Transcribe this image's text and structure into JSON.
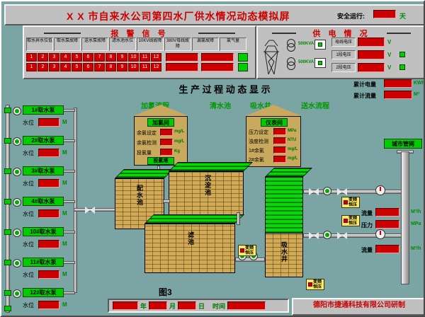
{
  "title_bar": {
    "title": "X X 市自来水公司第四水厂供水情况动态模拟屏",
    "safe_label": "安全运行:",
    "safe_value": "",
    "safe_unit": "天"
  },
  "alarm": {
    "title": "报 警 信 号",
    "headers": [
      "取水井水位低",
      "取水泵故障",
      "送水泵故障",
      "滤水池水位",
      "10KV线故障",
      "380V母线故障",
      "漏氯故障",
      "氯气量"
    ],
    "nums": [
      "1",
      "2",
      "3",
      "4",
      "5",
      "6",
      "7",
      "8",
      "9",
      "10",
      "11",
      "12"
    ],
    "extra_values": [
      "",
      "",
      "",
      ""
    ]
  },
  "power": {
    "title": "供 电 情 况",
    "t1_label": "500KVA",
    "t2_label": "500KVA",
    "bus_label": "母线电压",
    "bus_value": "",
    "bus_unit": "V",
    "s1_label": "1段电压",
    "s1_value": "",
    "s1_unit": "V",
    "s2_label": "2段电压",
    "s2_value": "",
    "s2_unit": "V"
  },
  "totals": {
    "energy_label": "累计电量",
    "energy_value": "",
    "energy_unit": "KWh",
    "flow_label": "累计流量",
    "flow_value": "",
    "flow_unit": "M³"
  },
  "process_title": "生 产 过 程 动 态 显 示",
  "sections": {
    "chlorine": "加氯流程",
    "clear": "清水池",
    "suction": "吸水井",
    "delivery": "送水流程"
  },
  "pumps": {
    "level_label": "水位",
    "level_unit": "M",
    "units": [
      {
        "name": "1#取水泵",
        "level": ""
      },
      {
        "name": "2#取水泵",
        "level": ""
      },
      {
        "name": "3#取水泵",
        "level": ""
      },
      {
        "name": "4#取水泵",
        "level": ""
      },
      {
        "name": "10#取水泵",
        "level": ""
      },
      {
        "name": "11#取水泵",
        "level": ""
      },
      {
        "name": "12#取水泵",
        "level": ""
      }
    ]
  },
  "chlorine_house": {
    "title": "加氯间",
    "rows": [
      {
        "label": "余氯设定",
        "value": "",
        "unit": "mg/L"
      },
      {
        "label": "余氯检测",
        "value": "",
        "unit": "mg/L"
      },
      {
        "label": "投氯量",
        "value": "",
        "unit": "Kg"
      }
    ],
    "bottom_label": "投氯塔"
  },
  "meter_house": {
    "title": "仪表间",
    "rows": [
      {
        "label": "压力设定",
        "value": "",
        "unit": "MPa"
      },
      {
        "label": "浊度检测",
        "value": "",
        "unit": "NTU"
      },
      {
        "label": "1#余氯",
        "value": "",
        "unit": "mg/L"
      },
      {
        "label": "2#余氯",
        "value": "",
        "unit": "mg/L"
      }
    ]
  },
  "tanks": {
    "distribution": "配水池",
    "sediment": "沉淀池",
    "filter": "滤池",
    "suction_well": "吸水井"
  },
  "network_label": "城市管网",
  "out_meters": {
    "rows": [
      {
        "label": "流量",
        "value": "",
        "unit": "M³/h"
      },
      {
        "label": "压力",
        "value": "",
        "unit": "MPa"
      },
      {
        "label": "流量",
        "value": "",
        "unit": "M³/h"
      }
    ]
  },
  "vf_label": {
    "line1": "变频",
    "line2": "恒压"
  },
  "figure_label": "图3",
  "datetime": {
    "year": "",
    "year_label": "年",
    "month": "",
    "month_label": "月",
    "day": "",
    "day_label": "日",
    "time_label": "时间",
    "time": ""
  },
  "footer": "德阳市捷通科技有限公司研制"
}
